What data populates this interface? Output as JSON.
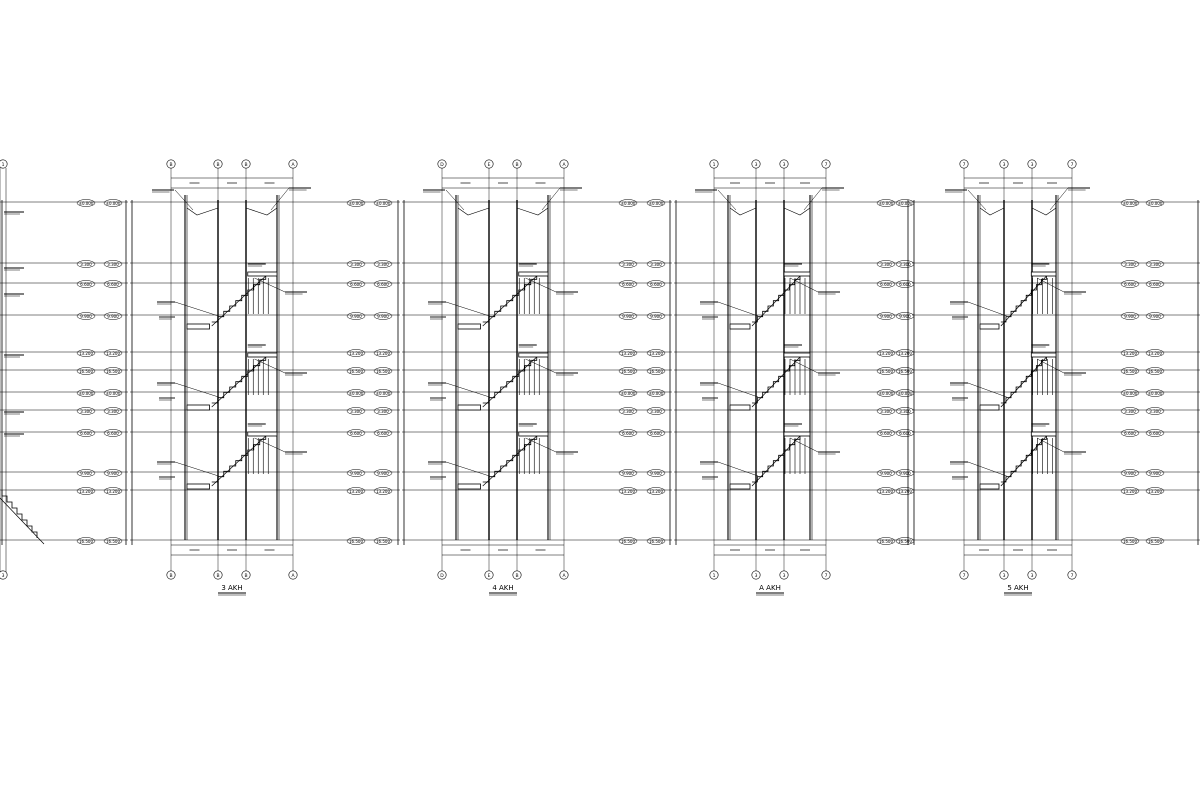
{
  "drawing": {
    "background": "#ffffff",
    "ink": "#000000",
    "sections": [
      {
        "title": "",
        "axis_labels": [
          "1",
          "3"
        ]
      },
      {
        "title": "3 AKH",
        "axis_labels": [
          "B",
          "B",
          "B",
          "A"
        ]
      },
      {
        "title": "4 AKH",
        "axis_labels": [
          "D",
          "E",
          "B",
          "A"
        ]
      },
      {
        "title": "A AKH",
        "axis_labels": [
          "1",
          "3",
          "3",
          "7"
        ]
      },
      {
        "title": "5 AKH",
        "axis_labels": [
          "7",
          "3",
          "3",
          "7"
        ]
      }
    ],
    "level_labels": [
      "±0.000",
      "3.300",
      "6.600",
      "9.900",
      "13.200",
      "16.500"
    ]
  }
}
